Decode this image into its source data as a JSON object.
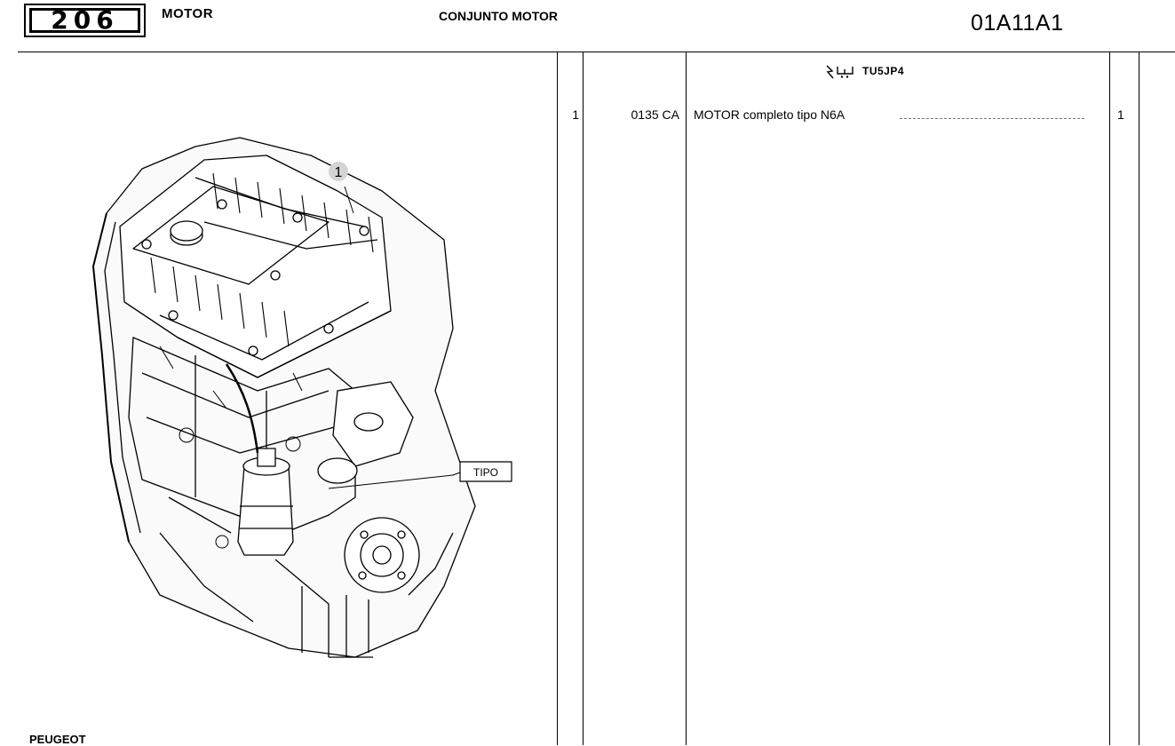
{
  "header": {
    "model_logo": "206",
    "group": "MOTOR",
    "assembly": "CONJUNTO MOTOR",
    "reference": "01A11A1"
  },
  "illustration": {
    "callout_number": "1",
    "type_label": "TIPO"
  },
  "parts_table": {
    "engine_code": "TU5JP4",
    "rows": [
      {
        "qty": "1",
        "part_no": "0135 CA",
        "description": "MOTOR completo tipo N6A",
        "qty_right": "1"
      }
    ]
  },
  "footer": {
    "brand": "PEUGEOT"
  },
  "icons": [
    "fuel-injection-icon"
  ],
  "colors": {
    "text": "#000000",
    "background": "#ffffff",
    "callout": "#d4d4d4"
  }
}
